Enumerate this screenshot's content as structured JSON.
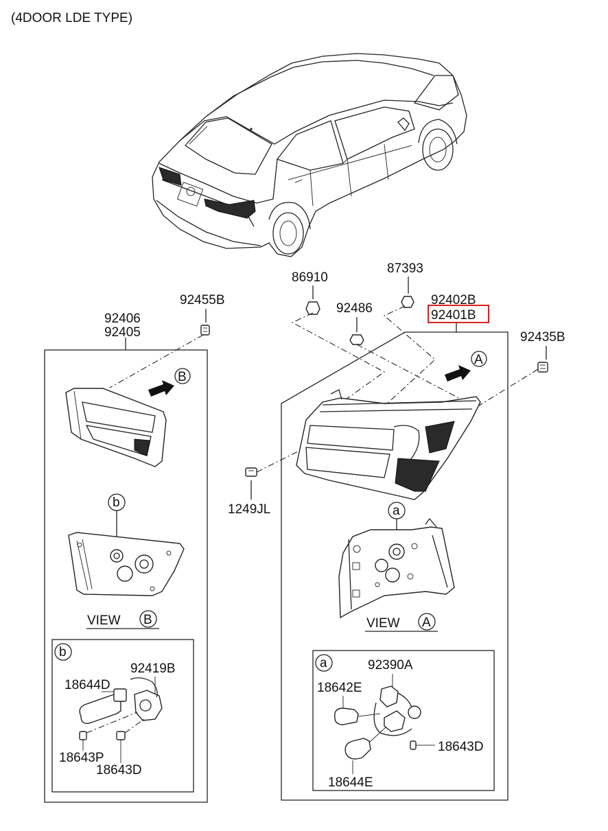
{
  "title": "(4DOOR LDE TYPE)",
  "labels": {
    "p86910": "86910",
    "p87393": "87393",
    "p92486": "92486",
    "p92402B": "92402B",
    "p92401B": "92401B",
    "p92435B": "92435B",
    "p92455B": "92455B",
    "p92406": "92406",
    "p92405": "92405",
    "p1249JL": "1249JL",
    "p92419B": "92419B",
    "p18644D": "18644D",
    "p18643P": "18643P",
    "p18643D_left": "18643D",
    "p92390A": "92390A",
    "p18642E": "18642E",
    "p18643D_right": "18643D",
    "p18644E": "18644E"
  },
  "views": {
    "view_word_b": "VIEW",
    "view_letter_b": "B",
    "view_word_a": "VIEW",
    "view_letter_a": "A"
  },
  "callouts": {
    "arrow_a": "A",
    "arrow_b": "B",
    "detail_a": "a",
    "detail_b": "b",
    "inset_a": "a",
    "inset_b": "b"
  },
  "highlight": {
    "part": "92401B",
    "color": "#e02020"
  }
}
